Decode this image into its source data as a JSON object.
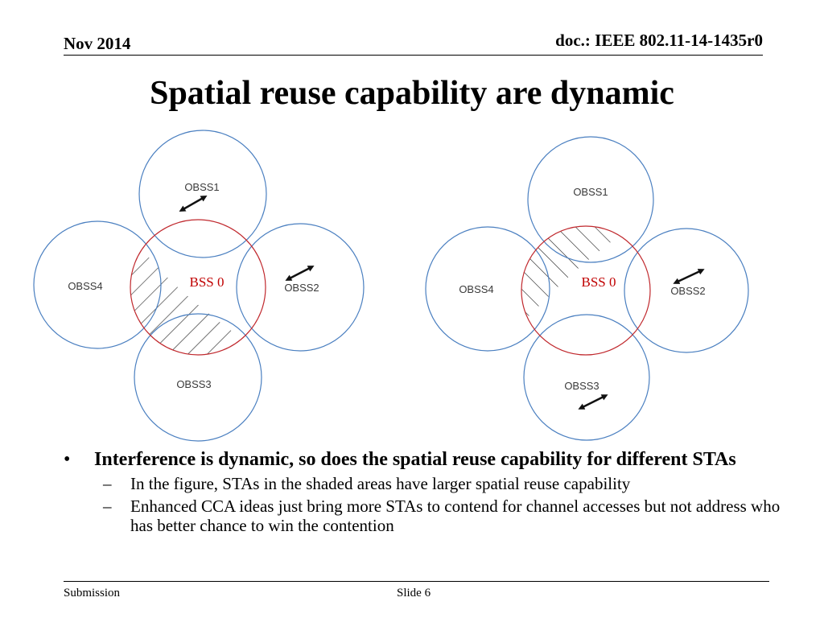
{
  "header": {
    "date": "Nov 2014",
    "doc_id": "doc.: IEEE 802.11-14-1435r0"
  },
  "title": "Spatial reuse capability are dynamic",
  "diagram_left": {
    "obss1": "OBSS1",
    "obss2": "OBSS2",
    "obss3": "OBSS3",
    "obss4": "OBSS4",
    "bss": "BSS 0"
  },
  "diagram_right": {
    "obss1": "OBSS1",
    "obss2": "OBSS2",
    "obss3": "OBSS3",
    "obss4": "OBSS4",
    "bss": "BSS 0"
  },
  "colors": {
    "obss_circle": "#4a7fc0",
    "bss_circle": "#c0282d",
    "bss_label": "#c00000",
    "hatch": "#222222"
  },
  "bullets": [
    {
      "text": "Interference is dynamic, so does the spatial reuse capability for different STAs",
      "marker": "•",
      "sub": [
        {
          "marker": "–",
          "text": "In the figure, STAs in the shaded areas have larger spatial reuse capability"
        },
        {
          "marker": "–",
          "text": "Enhanced CCA ideas just bring more STAs to contend for channel accesses but not address who has better chance to win the contention"
        }
      ]
    }
  ],
  "footer": {
    "left": "Submission",
    "slide": "Slide 6"
  }
}
